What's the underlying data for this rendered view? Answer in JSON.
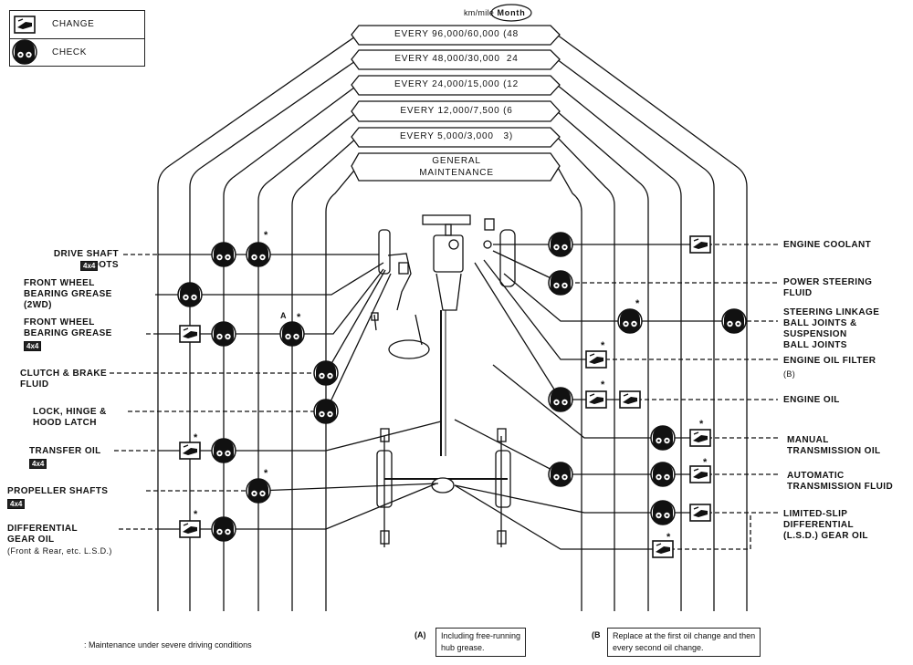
{
  "legend": {
    "change_label": "CHANGE",
    "check_label": "CHECK"
  },
  "header": {
    "units": "km/mile",
    "month": "Month",
    "intervals": [
      "EVERY 96,000/60,000 (48",
      "EVERY 48,000/30,000  24",
      "EVERY 24,000/15,000 (12",
      "EVERY 12,000/7,500 (6",
      "EVERY 5,000/3,000   3)"
    ],
    "general": "GENERAL\nMAINTENANCE"
  },
  "left_items": {
    "drive_shaft": "DRIVE SHAFT\nBOOTS",
    "fw_grease_2wd": "FRONT WHEEL\nBEARING GREASE\n(2WD)",
    "fw_grease_4x4": "FRONT WHEEL\nBEARING GREASE",
    "clutch": "CLUTCH & BRAKE\nFLUID",
    "lock": "LOCK, HINGE &\nHOOD LATCH",
    "transfer": "TRANSFER OIL",
    "propeller": "PROPELLER SHAFTS",
    "differential": "DIFFERENTIAL\nGEAR OIL",
    "differential_sub": "(Front & Rear, etc. L.S.D.)"
  },
  "right_items": {
    "coolant": "ENGINE COOLANT",
    "power_steering": "POWER STEERING\nFLUID",
    "steering_linkage": "STEERING LINKAGE\nBALL JOINTS &\nSUSPENSION\nBALL JOINTS",
    "oil_filter": "ENGINE OIL FILTER",
    "oil_filter_ref": "(B)",
    "engine_oil": "ENGINE OIL",
    "manual_trans": "MANUAL\nTRANSMISSION OIL",
    "auto_trans": "AUTOMATIC\nTRANSMISSION FLUID",
    "lsd": "LIMITED-SLIP\nDIFFERENTIAL\n(L.S.D.) GEAR OIL"
  },
  "tag_4x4": "4x4",
  "marks": {
    "star": "*",
    "a": "A"
  },
  "footer": {
    "severe": ": Maintenance under severe driving conditions",
    "a_key": "(A)",
    "a_text": "Including free-running\nhub grease.",
    "b_key": "(B",
    "b_text": "Replace at the first oil change and then\nevery second oil change."
  },
  "colors": {
    "ink": "#111111",
    "paper": "#ffffff"
  },
  "icons": {
    "change": "oil-can-icon",
    "check": "eyes-icon"
  }
}
